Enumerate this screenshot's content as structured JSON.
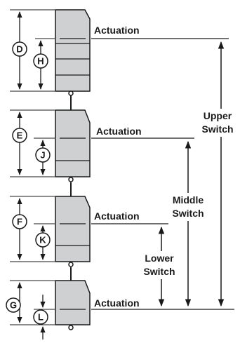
{
  "labels": {
    "actuation": "Actuation",
    "upper_switch": [
      "Upper",
      "Switch"
    ],
    "middle_switch": [
      "Middle",
      "Switch"
    ],
    "lower_switch": [
      "Lower",
      "Switch"
    ]
  },
  "dimension_letters": {
    "d": "D",
    "h": "H",
    "e": "E",
    "j": "J",
    "f": "F",
    "k": "K",
    "g": "G",
    "l": "L"
  },
  "colors": {
    "body_fill": "#cfd0d2",
    "outline": "#1a1a1a"
  }
}
